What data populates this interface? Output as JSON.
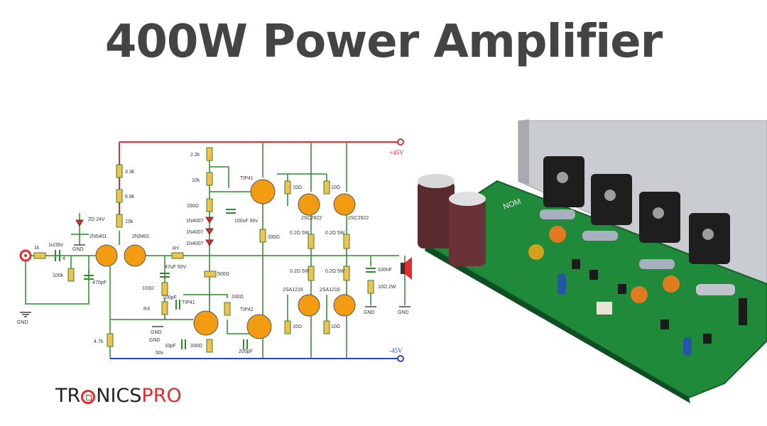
{
  "title": "400W Power Amplifier",
  "colors": {
    "title": "#444444",
    "positive_rail": "#e32b2b",
    "negative_rail": "#2b45c8",
    "signal_wire": "#2d8a2d",
    "transistor": "#f39c12",
    "component": "#f4c04e",
    "logo_accent": "#e32b2b",
    "pcb": "#1f8a3a",
    "heatsink": "#c9ccd0"
  },
  "schematic": {
    "rails": {
      "positive": "+45V",
      "negative": "-45V"
    },
    "ground_labels": [
      "GND",
      "GND",
      "GND",
      "GND",
      "GND",
      "GND"
    ],
    "resistors": [
      "1k",
      "100k",
      "3.3k",
      "6.8k",
      "10k",
      "4.7k",
      "2.2k",
      "10k",
      "330Ω",
      "RY",
      "103Ω",
      "RX",
      "500Ω",
      "330Ω",
      "330Ω",
      "330Ω",
      "10Ω",
      "10Ω",
      "0.2Ω 5W",
      "0.2Ω 5W",
      "0.2Ω 5W",
      "0.2Ω 5W",
      "10Ω",
      "10Ω",
      "10Ω 2W"
    ],
    "capacitors": [
      "1u/35v",
      "470pF",
      "47uF 50V",
      "100pF",
      "100uF 60v",
      "33pF",
      "200pF",
      "100nF",
      "50v"
    ],
    "diodes": [
      "ZD 24V",
      "1N4007",
      "1N4007",
      "1N4007"
    ],
    "transistors": [
      "2N5401",
      "2N5401",
      "TIP41",
      "TIP41",
      "TIP42",
      "2SC2922",
      "2SC2922",
      "2SA1216",
      "2SA1216"
    ],
    "extra_labels": [
      "4"
    ]
  },
  "board": {
    "silkscreen": [
      "NOM"
    ]
  },
  "logo": {
    "part1": "TR",
    "part2": "NICS",
    "part3": "PRO"
  }
}
